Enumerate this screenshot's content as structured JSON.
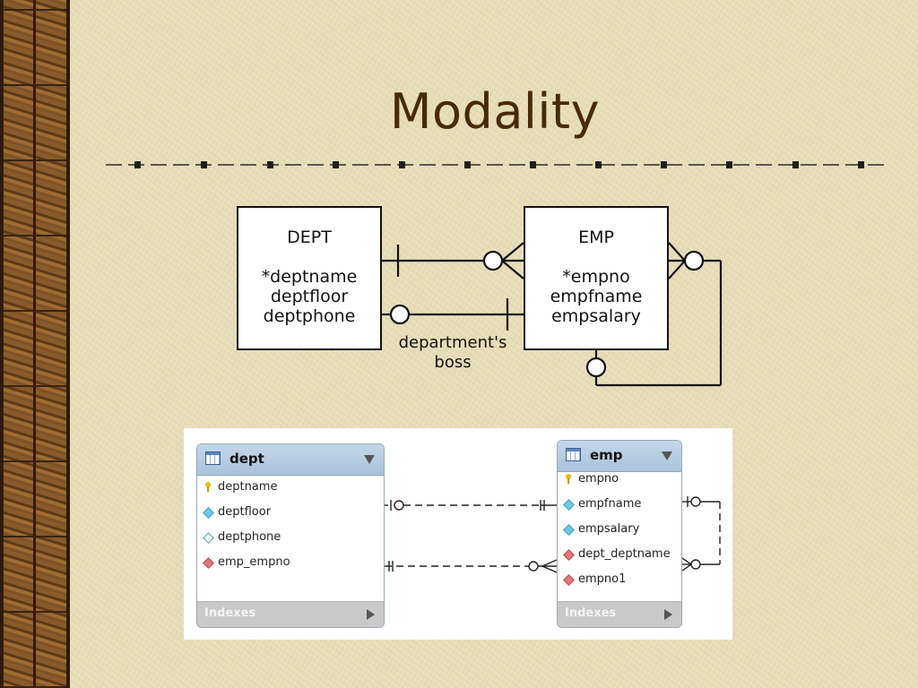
{
  "slide": {
    "title": "Modality"
  },
  "er_diagram": {
    "dept": {
      "name": "DEPT",
      "attributes": [
        "*deptname",
        "deptfloor",
        "deptphone"
      ]
    },
    "emp": {
      "name": "EMP",
      "attributes": [
        "*empno",
        "empfname",
        "empsalary"
      ]
    },
    "relationship_label_line1": "department's",
    "relationship_label_line2": "boss"
  },
  "workbench": {
    "dept_table": {
      "name": "dept",
      "columns": [
        {
          "name": "deptname",
          "icon": "primary-key-icon"
        },
        {
          "name": "deptfloor",
          "icon": "attribute-icon"
        },
        {
          "name": "deptphone",
          "icon": "nullable-attribute-icon"
        },
        {
          "name": "emp_empno",
          "icon": "foreign-key-icon"
        }
      ],
      "indexes_label": "Indexes"
    },
    "emp_table": {
      "name": "emp",
      "columns": [
        {
          "name": "empno",
          "icon": "primary-key-icon"
        },
        {
          "name": "empfname",
          "icon": "attribute-icon"
        },
        {
          "name": "empsalary",
          "icon": "attribute-icon"
        },
        {
          "name": "dept_deptname",
          "icon": "foreign-key-icon"
        },
        {
          "name": "empno1",
          "icon": "foreign-key-icon"
        }
      ],
      "indexes_label": "Indexes"
    }
  },
  "colors": {
    "background": "#e6ddb8",
    "title": "#4a2a06",
    "wood": "#6b4522",
    "table_header": "#a9c3db",
    "indexes_bar": "#c9c9c9"
  }
}
